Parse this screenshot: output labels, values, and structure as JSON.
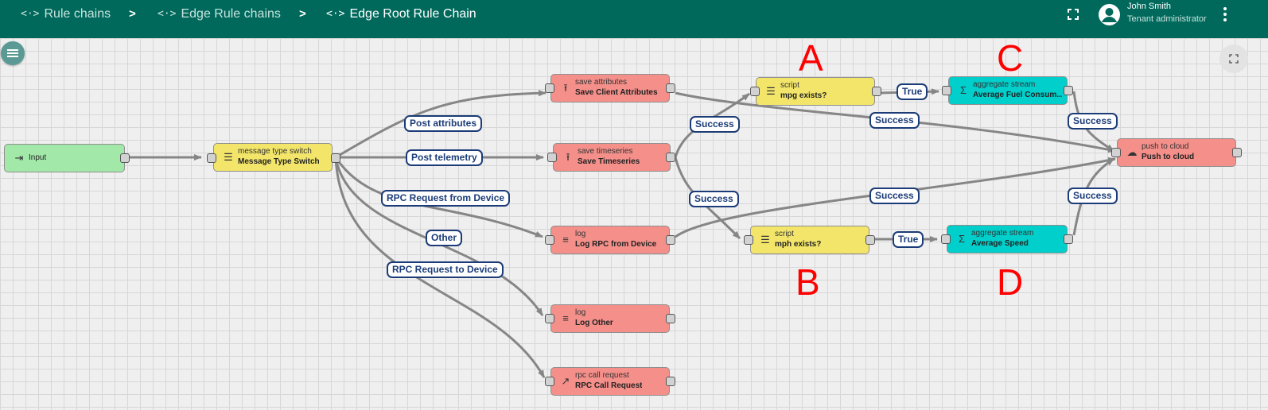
{
  "header": {
    "crumbs": [
      {
        "label": "Rule chains"
      },
      {
        "label": "Edge Rule chains"
      },
      {
        "label": "Edge Root Rule Chain"
      }
    ],
    "separator": ">",
    "user_name": "John Smith",
    "user_role": "Tenant administrator"
  },
  "nodes": {
    "input": {
      "name": "Input"
    },
    "switch": {
      "type": "message type switch",
      "name": "Message Type Switch"
    },
    "save_attr": {
      "type": "save attributes",
      "name": "Save Client Attributes"
    },
    "save_ts": {
      "type": "save timeseries",
      "name": "Save Timeseries"
    },
    "log_rpc": {
      "type": "log",
      "name": "Log RPC from Device"
    },
    "log_other": {
      "type": "log",
      "name": "Log Other"
    },
    "rpc_call": {
      "type": "rpc call request",
      "name": "RPC Call Request"
    },
    "script_mpg": {
      "type": "script",
      "name": "mpg exists?"
    },
    "script_mph": {
      "type": "script",
      "name": "mph exists?"
    },
    "agg_fuel": {
      "type": "aggregate stream",
      "name": "Average Fuel Consum..."
    },
    "agg_speed": {
      "type": "aggregate stream",
      "name": "Average Speed"
    },
    "push_cloud": {
      "type": "push to cloud",
      "name": "Push to cloud"
    }
  },
  "edge_labels": {
    "post_attributes": "Post attributes",
    "post_telemetry": "Post telemetry",
    "rpc_from_device": "RPC Request from Device",
    "other": "Other",
    "rpc_to_device": "RPC Request to Device",
    "success": "Success",
    "true": "True"
  },
  "annotations": {
    "a": "A",
    "b": "B",
    "c": "C",
    "d": "D"
  }
}
